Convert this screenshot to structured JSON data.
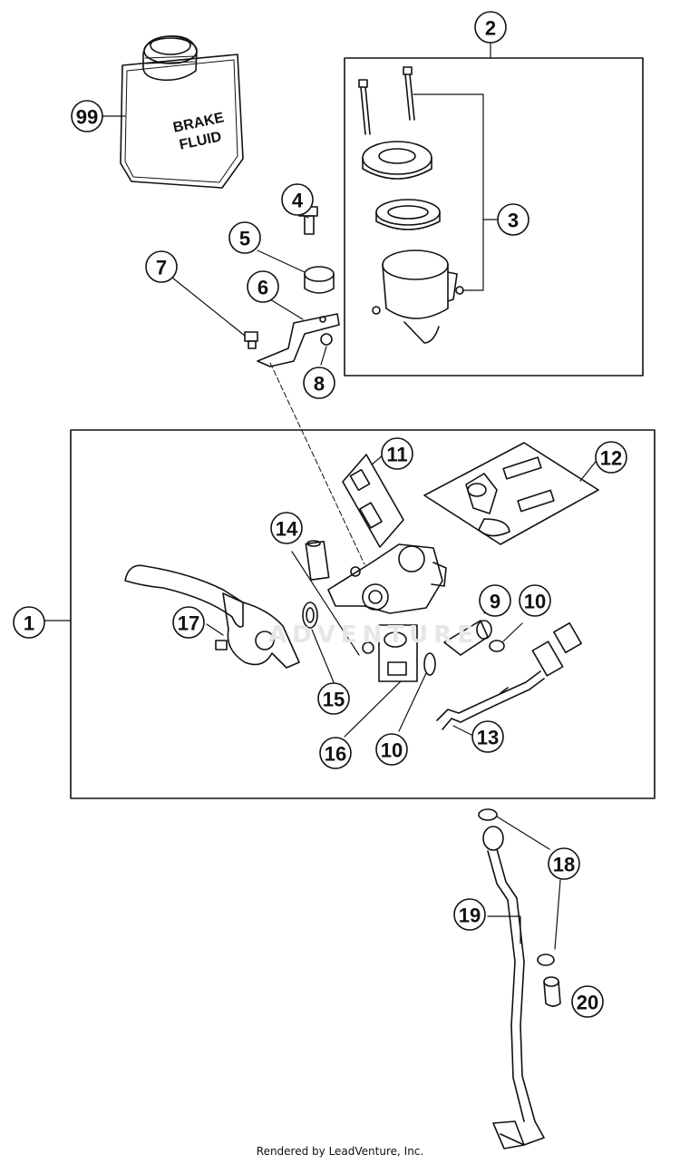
{
  "bottle": {
    "line1": "BRAKE",
    "line2": "FLUID"
  },
  "watermark": "ADVENTURE",
  "footer": "Rendered by LeadVenture, Inc.",
  "callouts": {
    "c1": "1",
    "c2": "2",
    "c3": "3",
    "c4": "4",
    "c5": "5",
    "c6": "6",
    "c7": "7",
    "c8": "8",
    "c9": "9",
    "c10a": "10",
    "c10b": "10",
    "c11": "11",
    "c12": "12",
    "c13": "13",
    "c14": "14",
    "c15": "15",
    "c16": "16",
    "c17": "17",
    "c18": "18",
    "c19": "19",
    "c20": "20",
    "c99": "99"
  }
}
